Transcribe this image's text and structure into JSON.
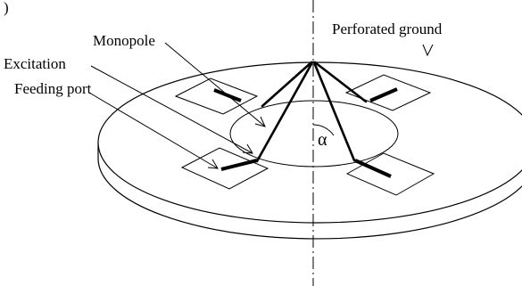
{
  "labels": {
    "monopole": "Monopole",
    "excitation": "Excitation",
    "feeding_port": "Feeding port",
    "perforated_ground": "Perforated ground",
    "angle": "α"
  },
  "leading_mark": ")"
}
